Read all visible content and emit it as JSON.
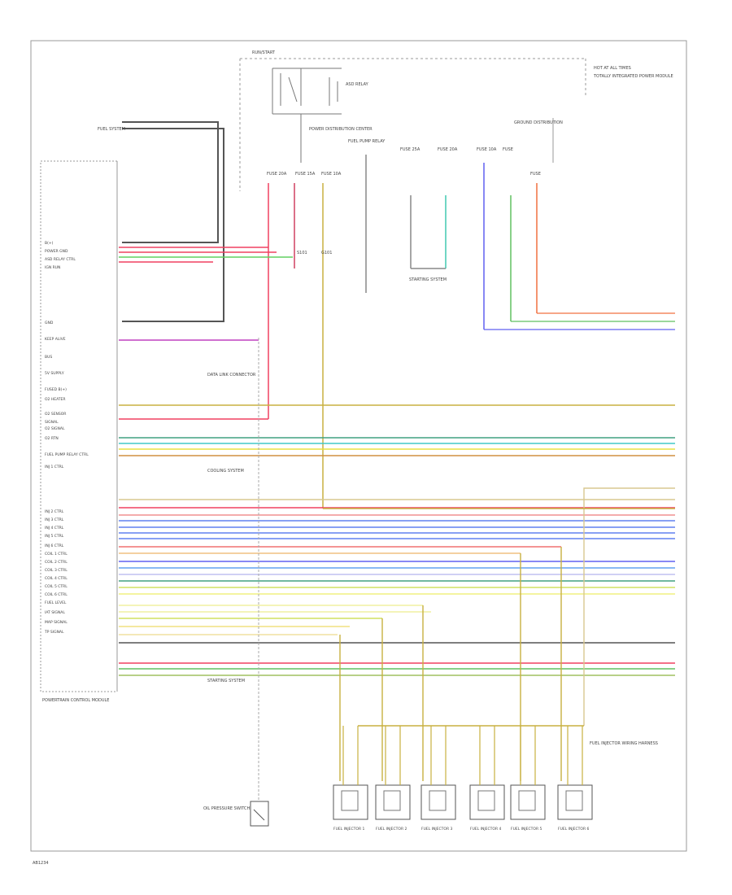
{
  "diagram": {
    "pcm_label": "POWERTRAIN CONTROL MODULE",
    "pcm_pins_left": [
      "B(+)",
      "POWER GND",
      "ASD RELAY CTRL",
      "IGN RUN",
      "GND",
      "KEEP ALIVE",
      "BUS",
      "5V SUPPLY",
      "FUSED B(+)",
      "O2 HEATER",
      "O2 SENSOR",
      "SIGNAL",
      "O2 SIGNAL",
      "O2 RTN",
      "FUEL PUMP RELAY CTRL",
      "INJ 1 CTRL",
      "INJ 2 CTRL",
      "INJ 3 CTRL",
      "INJ 4 CTRL",
      "INJ 5 CTRL",
      "INJ 6 CTRL",
      "COIL 1 CTRL",
      "COIL 2 CTRL",
      "COIL 3 CTRL",
      "COIL 4 CTRL",
      "COIL 5 CTRL",
      "COIL 6 CTRL",
      "FUEL LEVEL",
      "IAT SIGNAL",
      "MAP SIGNAL",
      "TP SIGNAL"
    ],
    "top_labels": {
      "ignition_switch": "RUN/START",
      "asd_relay": "ASD RELAY",
      "fuse_top": "FUSE",
      "pdc": "POWER DISTRIBUTION CENTER",
      "hot_at_all_times": "HOT AT ALL TIMES",
      "fuel_pump_relay": "FUEL PUMP RELAY",
      "fuse_a": "FUSE 20A",
      "fuse_b": "FUSE 15A",
      "fuse_c": "FUSE 10A",
      "fuse_d": "FUSE 25A",
      "fuse_e": "FUSE 20A",
      "fuse_f": "FUSE 10A",
      "splice_label": "S101",
      "ground_label": "G101",
      "starter_system": "STARTING SYSTEM",
      "data_link": "DATA LINK CONNECTOR",
      "cooling_system": "COOLING SYSTEM",
      "fuel_system": "FUEL SYSTEM",
      "module_top_right": "TOTALLY INTEGRATED POWER MODULE",
      "ground_dist": "GROUND DISTRIBUTION"
    },
    "bottom_components": [
      "FUEL INJECTOR 1",
      "FUEL INJECTOR 2",
      "FUEL INJECTOR 3",
      "FUEL INJECTOR 4",
      "FUEL INJECTOR 5",
      "FUEL INJECTOR 6"
    ],
    "oil_pressure_label": "OIL PRESSURE SWITCH",
    "splice_note": "FUEL INJECTOR WIRING HARNESS",
    "footer_code": "AB1234"
  }
}
